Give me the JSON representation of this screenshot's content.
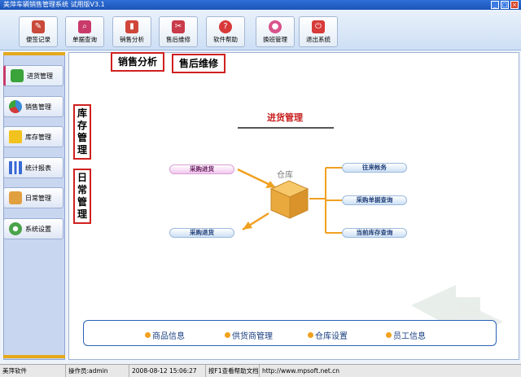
{
  "window": {
    "title": "美萍车辆销售管理系统 试用版V3.1"
  },
  "toolbar": {
    "buttons": [
      {
        "label": "便签记录",
        "icon": "notepad-icon",
        "color": "#c94a3a"
      },
      {
        "label": "单据查询",
        "icon": "search-icon",
        "color": "#c93a6a"
      },
      {
        "label": "销售分析",
        "icon": "bar-chart-icon",
        "color": "#d0463a"
      },
      {
        "label": "售后维修",
        "icon": "wrench-icon",
        "color": "#c93a4a"
      },
      {
        "label": "软件帮助",
        "icon": "help-icon",
        "color": "#d83a3a"
      },
      {
        "label": "换班管理",
        "icon": "users-icon",
        "color": "#d9528a"
      },
      {
        "label": "退出系统",
        "icon": "power-icon",
        "color": "#d83a3a"
      }
    ]
  },
  "callouts": {
    "sales_analysis": "销售分析",
    "after_sales": "售后维修",
    "inventory": "库存管理",
    "daily": "日常管理"
  },
  "sidebar": {
    "items": [
      {
        "label": "进货管理",
        "icon": "plus-icon"
      },
      {
        "label": "销售管理",
        "icon": "pie-icon"
      },
      {
        "label": "库存管理",
        "icon": "star-icon"
      },
      {
        "label": "统计报表",
        "icon": "report-icon"
      },
      {
        "label": "日常管理",
        "icon": "handshake-icon"
      },
      {
        "label": "系统设置",
        "icon": "gear-icon"
      }
    ]
  },
  "content": {
    "section_title": "进货管理",
    "warehouse_label": "仓库",
    "left_actions": [
      "采购进货",
      "采购退货"
    ],
    "right_actions": [
      "往来帐务",
      "采购单据查询",
      "当前库存查询"
    ],
    "bottom_links": [
      "商品信息",
      "供货商管理",
      "仓库设置",
      "员工信息"
    ]
  },
  "statusbar": {
    "company": "美萍软件",
    "operator": "操作员:admin",
    "datetime": "2008-08-12 15:06:27",
    "help_hint": "按F1查看帮助文档",
    "url": "http://www.mpsoft.net.cn"
  }
}
